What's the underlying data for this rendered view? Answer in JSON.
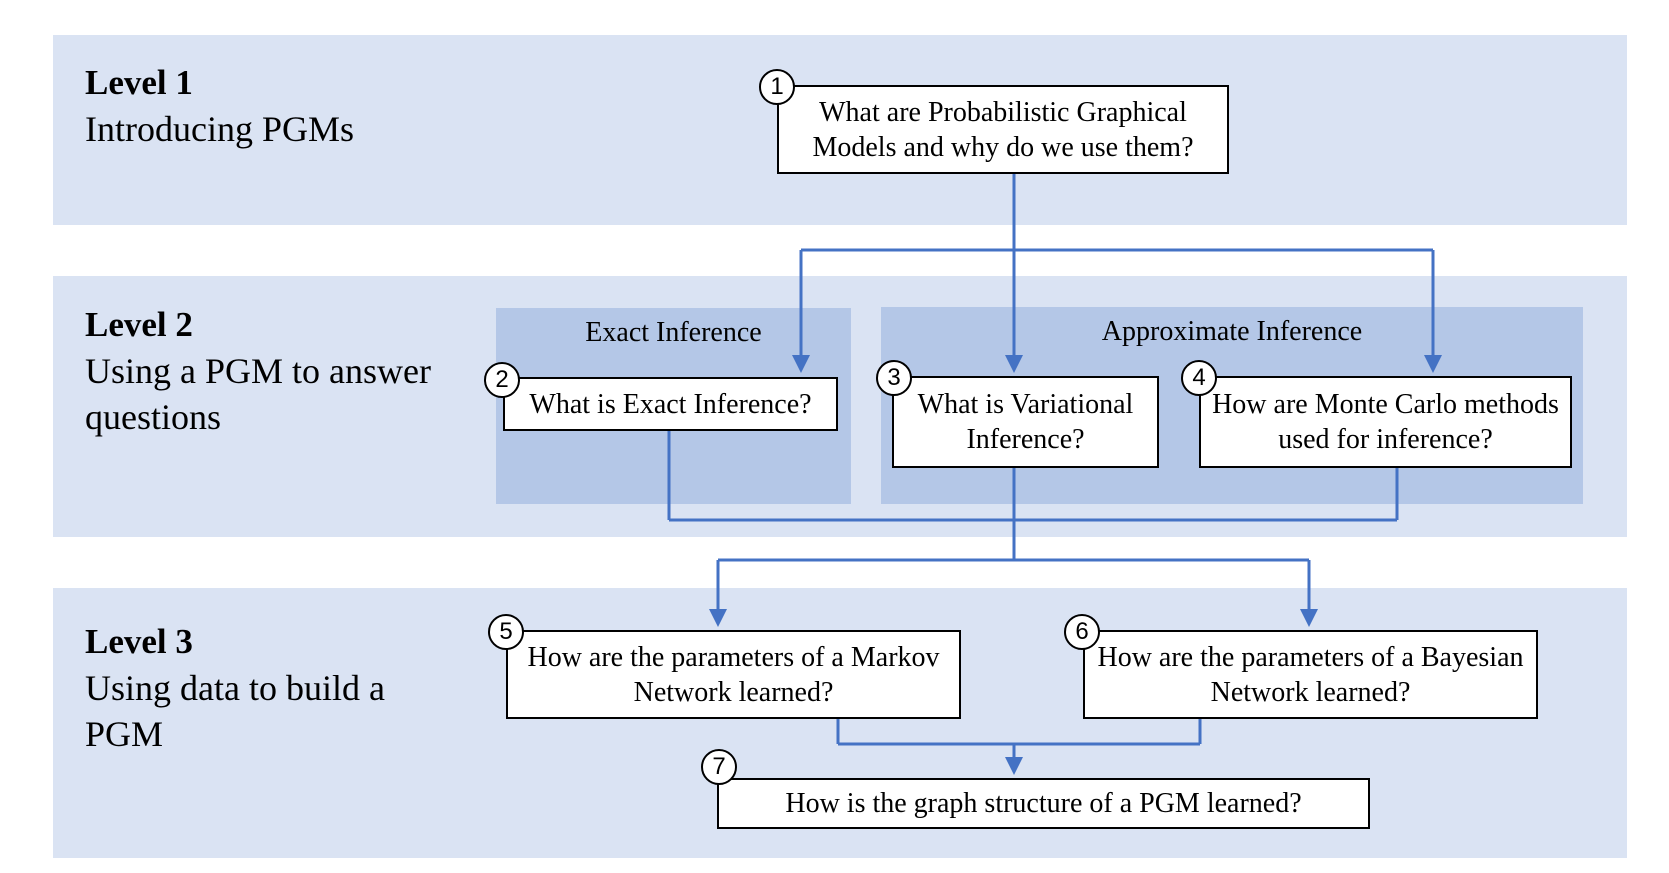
{
  "levels": [
    {
      "title": "Level 1",
      "subtitle": "Introducing PGMs"
    },
    {
      "title": "Level 2",
      "subtitle": "Using a PGM to answer questions"
    },
    {
      "title": "Level 3",
      "subtitle": "Using data to build a PGM"
    }
  ],
  "groups": {
    "exact": "Exact Inference",
    "approximate": "Approximate Inference"
  },
  "questions": [
    {
      "number": "1",
      "text": "What are Probabilistic Graphical Models and why do we use them?"
    },
    {
      "number": "2",
      "text": "What is Exact Inference?"
    },
    {
      "number": "3",
      "text": "What is Variational Inference?"
    },
    {
      "number": "4",
      "text": "How are Monte Carlo methods used for inference?"
    },
    {
      "number": "5",
      "text": "How are the parameters of a Markov Network learned?"
    },
    {
      "number": "6",
      "text": "How are the parameters of a Bayesian Network learned?"
    },
    {
      "number": "7",
      "text": "How is the graph structure of a PGM learned?"
    }
  ],
  "colors": {
    "band": "#dae3f3",
    "group": "#b4c7e7",
    "connector": "#4472c4",
    "box_border": "#000000"
  }
}
